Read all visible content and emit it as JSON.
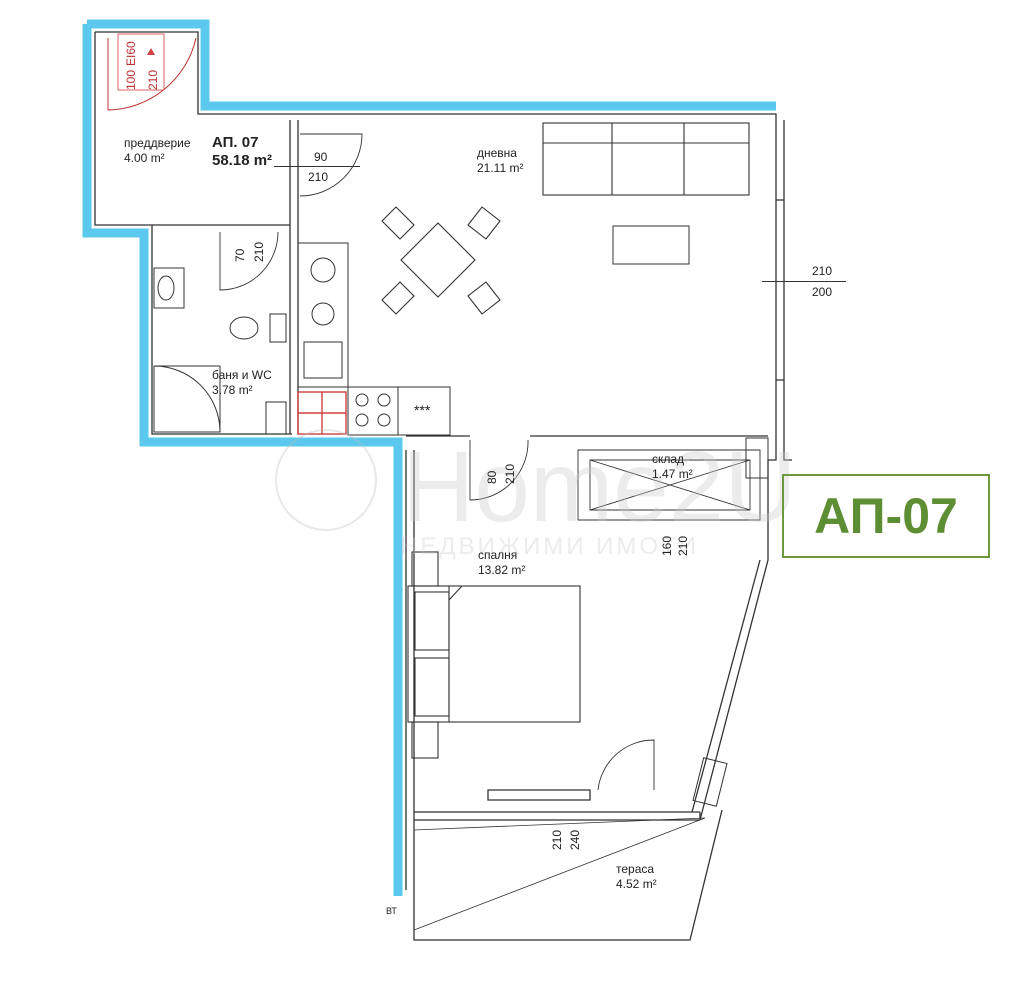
{
  "apartment": {
    "title": "АП. 07",
    "area": "58.18 m²",
    "badge": "АП-07"
  },
  "rooms": [
    {
      "name": "преддверие",
      "area": "4.00 m²"
    },
    {
      "name": "дневна",
      "area": "21.11 m²"
    },
    {
      "name": "баня и WC",
      "area": "3.78 m²"
    },
    {
      "name": "склад",
      "area": "1.47 m²"
    },
    {
      "name": "спалня",
      "area": "13.82 m²"
    },
    {
      "name": "тераса",
      "area": "4.52 m²"
    }
  ],
  "doors": {
    "entrance": {
      "width": "100",
      "height": "210",
      "fire_rating": "EI60"
    },
    "living": {
      "width": "90",
      "height": "210"
    },
    "bath": {
      "width": "70",
      "height": "210"
    },
    "bedroom": {
      "width": "80",
      "height": "210"
    },
    "storage": {
      "width": "160",
      "height": "210"
    },
    "window_living": {
      "width": "210",
      "height": "200"
    },
    "terrace": {
      "width": "210",
      "height": "240"
    }
  },
  "marks": {
    "vt": "ВТ",
    "stove_dots": "***"
  },
  "watermark": {
    "brand": "Home2U",
    "tagline": "НЕДВИЖИМИ ИМОТИ"
  },
  "colors": {
    "wall_highlight": "#5bc8ee",
    "badge": "#5e8e34",
    "fire_door": "#d04040"
  }
}
